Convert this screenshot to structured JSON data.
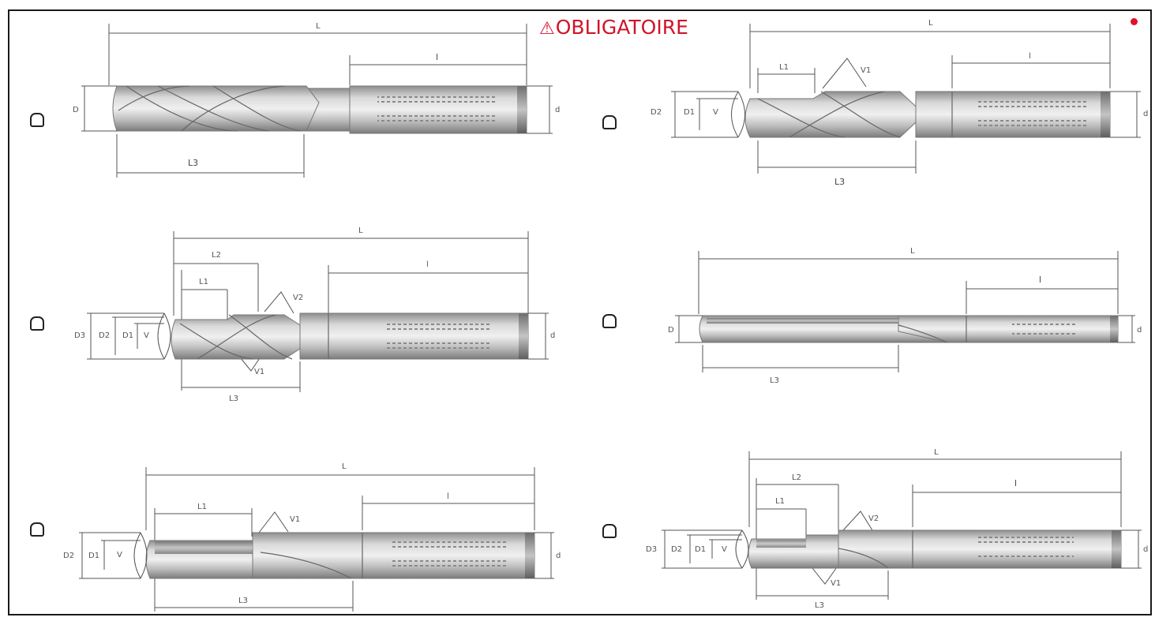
{
  "warning": {
    "icon": "⚠",
    "label": "OBLIGATOIRE"
  },
  "colors": {
    "warning": "#d0142a",
    "tool_body": "#b9b9b9",
    "dimension_line": "#555555"
  },
  "options": [
    {
      "id": "drill-1",
      "dims": {
        "L": "L",
        "l": "l",
        "D": "D",
        "d": "d",
        "L3": "L3"
      }
    },
    {
      "id": "drill-2",
      "dims": {
        "L": "L",
        "l": "l",
        "L1": "L1",
        "V1": "V1",
        "D2": "D2",
        "D1": "D1",
        "V": "V",
        "d": "d",
        "L3": "L3"
      }
    },
    {
      "id": "drill-3",
      "dims": {
        "L": "L",
        "l": "l",
        "L2": "L2",
        "L1": "L1",
        "V2": "V2",
        "V1": "V1",
        "D3": "D3",
        "D2": "D2",
        "D1": "D1",
        "V": "V",
        "d": "d",
        "L3": "L3"
      }
    },
    {
      "id": "drill-4",
      "dims": {
        "L": "L",
        "l": "l",
        "D": "D",
        "d": "d",
        "L3": "L3"
      }
    },
    {
      "id": "drill-5",
      "dims": {
        "L": "L",
        "l": "l",
        "L1": "L1",
        "V1": "V1",
        "D2": "D2",
        "D1": "D1",
        "V": "V",
        "d": "d",
        "L3": "L3"
      }
    },
    {
      "id": "drill-6",
      "dims": {
        "L": "L",
        "l": "l",
        "L2": "L2",
        "L1": "L1",
        "V2": "V2",
        "V1": "V1",
        "D3": "D3",
        "D2": "D2",
        "D1": "D1",
        "V": "V",
        "d": "d",
        "L3": "L3"
      }
    }
  ]
}
